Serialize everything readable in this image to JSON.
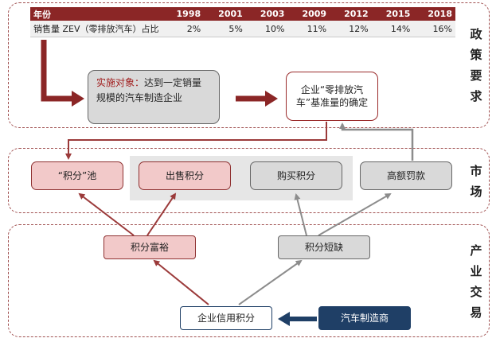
{
  "table": {
    "header_label": "年份",
    "years": [
      "1998",
      "2001",
      "2003",
      "2009",
      "2012",
      "2015",
      "2018"
    ],
    "row_label": "销售量 ZEV（零排放汽车）占比",
    "values": [
      "2%",
      "5%",
      "10%",
      "11%",
      "12%",
      "14%",
      "16%"
    ]
  },
  "sections": {
    "policy": [
      "政",
      "策",
      "要",
      "求"
    ],
    "market": [
      "市",
      "场"
    ],
    "industry": [
      "产",
      "业",
      "交",
      "易"
    ]
  },
  "policy": {
    "target_prefix": "实施对象：",
    "target_text": "达到一定销量规模的汽车制造企业",
    "benchmark": "企业“零排放汽车”基准量的确定"
  },
  "market": {
    "pool": "“积分”池",
    "sell": "出售积分",
    "buy": "购买积分",
    "penalty": "高额罚款"
  },
  "industry": {
    "surplus": "积分富裕",
    "shortage": "积分短缺",
    "credit": "企业信用积分",
    "maker": "汽车制造商"
  },
  "colors": {
    "dark_red": "#8b2626",
    "pink_fill": "#f2c9c9",
    "grey_fill": "#d9d9d9",
    "navy": "#1f3f66",
    "arrow_grey": "#8c8c8c"
  }
}
